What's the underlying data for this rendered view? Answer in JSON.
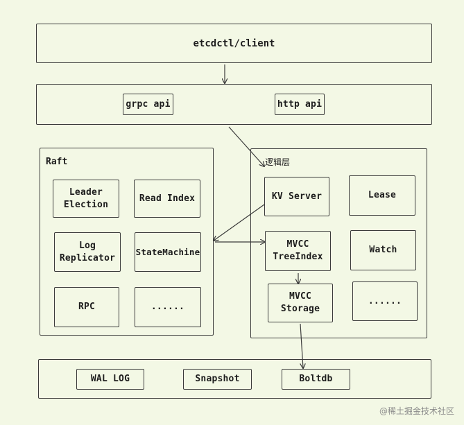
{
  "client": {
    "label": "etcdctl/client"
  },
  "api_layer": {
    "grpc": "grpc api",
    "http": "http api"
  },
  "raft": {
    "title": "Raft",
    "modules": {
      "leader_election": "Leader\nElection",
      "read_index": "Read Index",
      "log_replicator": "Log\nReplicator",
      "state_machine": "StateMachine",
      "rpc": "RPC",
      "more": "......"
    }
  },
  "logic": {
    "title": "逻辑层",
    "modules": {
      "kv_server": "KV Server",
      "lease": "Lease",
      "mvcc_treeindex": "MVCC\nTreeIndex",
      "watch": "Watch",
      "mvcc_storage": "MVCC\nStorage",
      "more": "......"
    }
  },
  "storage": {
    "wal": "WAL LOG",
    "snapshot": "Snapshot",
    "boltdb": "Boltdb"
  },
  "watermark": "@稀土掘金技术社区"
}
